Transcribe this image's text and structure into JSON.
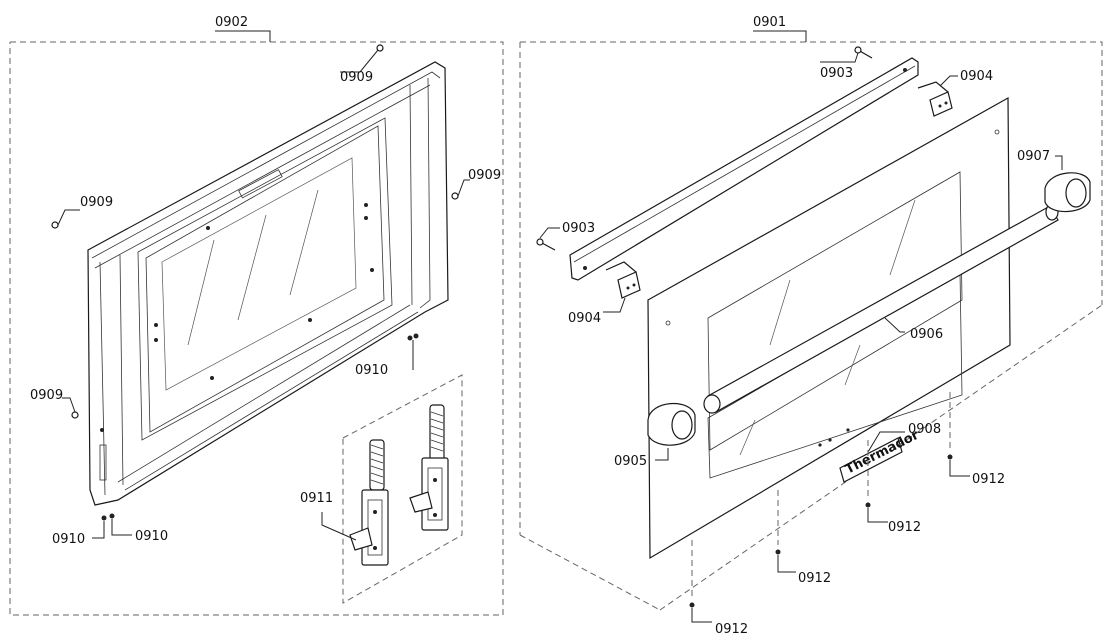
{
  "groups": [
    {
      "id": "0902"
    },
    {
      "id": "0901"
    }
  ],
  "callouts": {
    "c0902": "0902",
    "c0901": "0901",
    "c0909_top": "0909",
    "c0909_right": "0909",
    "c0909_left": "0909",
    "c0909_lower": "0909",
    "c0910_right": "0910",
    "c0910_left": "0910",
    "c0910_mid": "0910",
    "c0911": "0911",
    "c0903_top": "0903",
    "c0903_left": "0903",
    "c0904_top": "0904",
    "c0904_left": "0904",
    "c0907": "0907",
    "c0906": "0906",
    "c0908": "0908",
    "c0905": "0905",
    "c0912_a": "0912",
    "c0912_b": "0912",
    "c0912_c": "0912",
    "c0912_d": "0912"
  },
  "logo_text": "Thermador"
}
